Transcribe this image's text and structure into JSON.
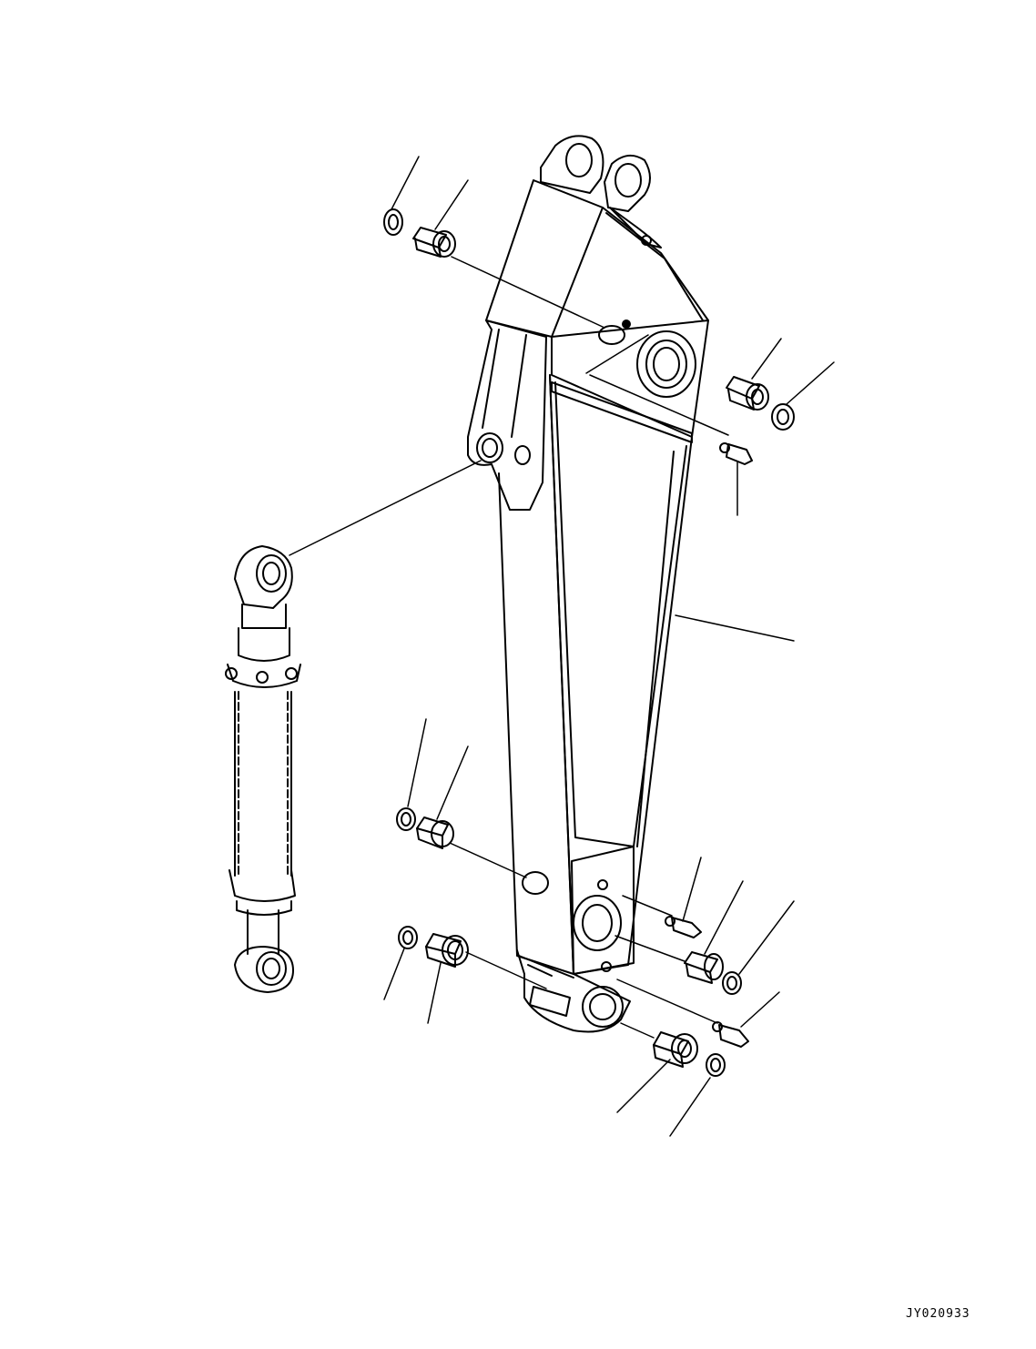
{
  "drawing_code": "JY020933",
  "colors": {
    "line": "#000000",
    "background": "#ffffff"
  },
  "parts": [
    "arm",
    "arm-cylinder",
    "bushing",
    "dust-seal",
    "grease-fitting"
  ]
}
